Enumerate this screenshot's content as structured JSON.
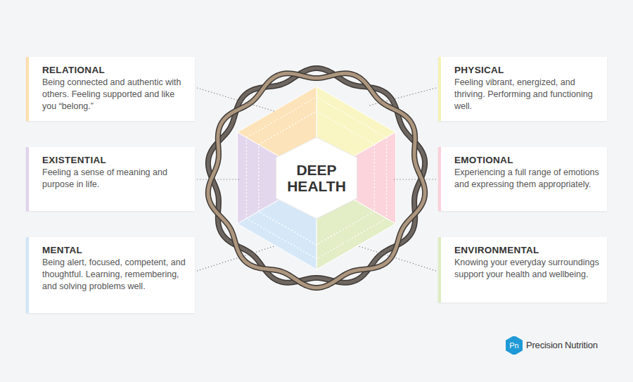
{
  "diagram": {
    "nodes": [
      {
        "text": [
          "RELATIONAL",
          "Being connected and authentic with others. Feeling supported and like you “belong.”"
        ]
      },
      {
        "text": [
          "PHYSICAL",
          "Feeling vibrant, energized, and thriving. Performing and functioning well."
        ]
      },
      {
        "text": [
          "EXISTENTIAL",
          "Feeling a sense of meaning and purpose in life."
        ]
      },
      {
        "text": [
          "DEEP HEALTH"
        ]
      },
      {
        "text": [
          "EMOTIONAL",
          "Experiencing a full range of emotions and expressing them appropriately."
        ]
      },
      {
        "text": [
          "MENTAL",
          "Being alert, focused, competent, and thoughtful. Learning, remembering, and solving problems well."
        ]
      },
      {
        "text": [
          "ENVIRONMENTAL",
          "Knowing your everyday surroundings support your health and wellbeing."
        ]
      },
      {
        "text": [
          "Pn"
        ]
      }
    ],
    "labels": [
      "Precision Nutrition"
    ]
  }
}
